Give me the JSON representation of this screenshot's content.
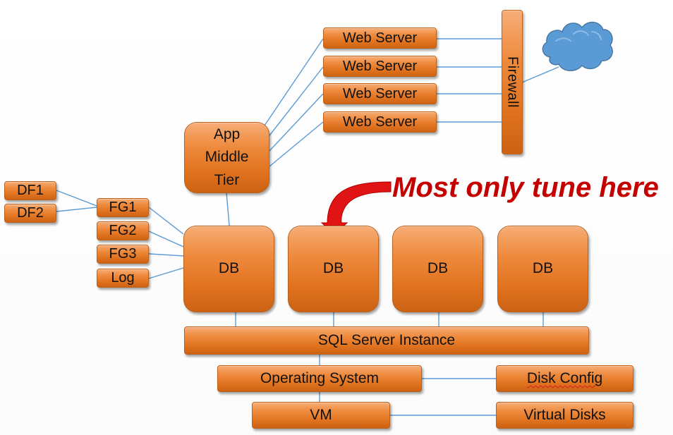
{
  "diagram": {
    "web_servers": [
      {
        "label": "Web Server"
      },
      {
        "label": "Web Server"
      },
      {
        "label": "Web Server"
      },
      {
        "label": "Web Server"
      }
    ],
    "firewall": {
      "label": "Firewall"
    },
    "cloud": {
      "icon": "cloud-icon",
      "color": "#5b9bd5"
    },
    "app_tier": {
      "lines": [
        "App",
        "Middle",
        "Tier"
      ]
    },
    "data_files": [
      {
        "label": "DF1"
      },
      {
        "label": "DF2"
      }
    ],
    "filegroups": [
      {
        "label": "FG1"
      },
      {
        "label": "FG2"
      },
      {
        "label": "FG3"
      },
      {
        "label": "Log"
      }
    ],
    "databases": [
      {
        "label": "DB"
      },
      {
        "label": "DB"
      },
      {
        "label": "DB"
      },
      {
        "label": "DB"
      }
    ],
    "sql_instance": {
      "label": "SQL Server Instance"
    },
    "operating_system": {
      "label": "Operating System"
    },
    "disk_config": {
      "label": "Disk Config"
    },
    "vm": {
      "label": "VM"
    },
    "virtual_disks": {
      "label": "Virtual Disks"
    },
    "callout": {
      "text": "Most only tune here",
      "color": "#c40000",
      "arrow_color": "#e01414"
    },
    "colors": {
      "box_fill": "#e87f2e",
      "box_border": "#b9611d",
      "connector": "#5b9bd5"
    }
  }
}
